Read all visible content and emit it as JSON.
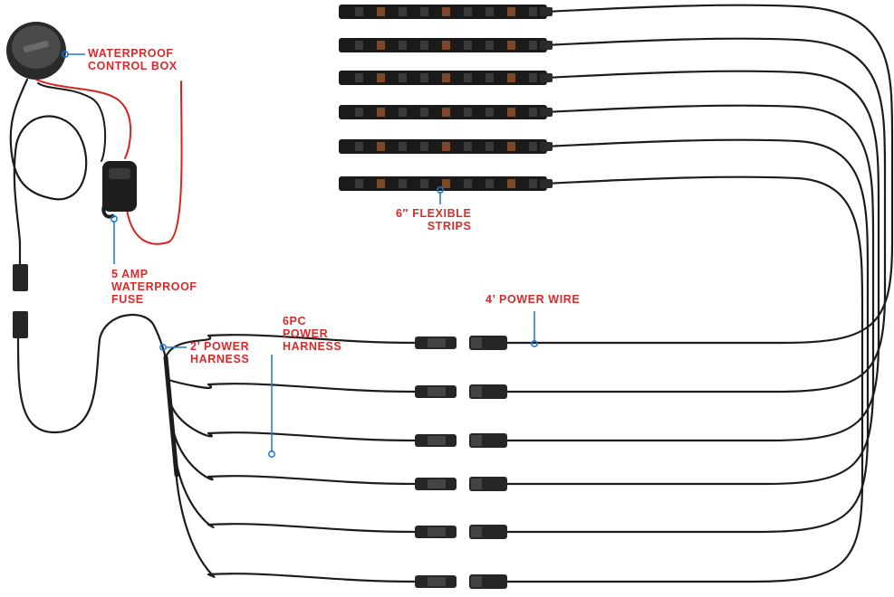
{
  "colors": {
    "label": "#d62b2b",
    "pointer": "#1e78d2",
    "wire": "#1c1c1c",
    "red_wire": "#d8231f",
    "strip": "#1a1a1a",
    "connector": "#262626"
  },
  "labels": {
    "control_box": [
      "WATERPROOF",
      "CONTROL BOX"
    ],
    "fuse": [
      "5 AMP",
      "WATERPROOF",
      "FUSE"
    ],
    "power_harness_2ft": [
      "2’ POWER",
      "HARNESS"
    ],
    "power_harness_6pc": [
      "6PC",
      "POWER",
      "HARNESS"
    ],
    "power_wire": [
      "4’ POWER WIRE"
    ],
    "strips": [
      "6″ FLEXIBLE",
      "STRIPS"
    ]
  },
  "components": {
    "strip_count": 6,
    "connector_pair_count": 6,
    "icons": [
      "control-box-icon",
      "fuse-holder-icon",
      "led-strip-icon",
      "connector-icon"
    ]
  }
}
